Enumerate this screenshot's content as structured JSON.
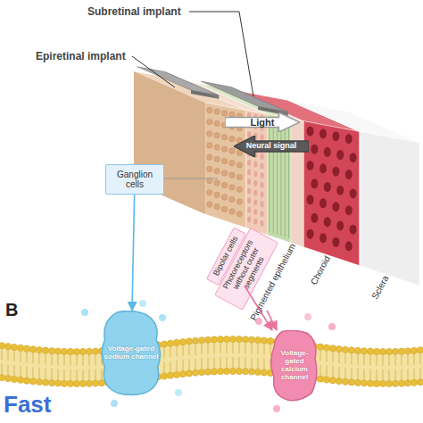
{
  "diagram": {
    "nodes": [
      {
        "text": [
          "Light"
        ]
      },
      {
        "text": [
          "Neural signal"
        ]
      },
      {
        "text": [
          "Ganglion cells"
        ]
      },
      {
        "text": [
          "Bipolar cells"
        ]
      },
      {
        "text": [
          "Photoreceptors without outer segments"
        ]
      },
      {
        "text": [
          "Voltage-gated sodium channel"
        ]
      },
      {
        "text": [
          "Voltage-gated calcium channel"
        ]
      }
    ],
    "edges": [
      {
        "from": 2,
        "to": 5,
        "arrow": "to"
      },
      {
        "from": 3,
        "to": 6,
        "arrow": "to"
      },
      {
        "from": 4,
        "to": 6,
        "arrow": "to"
      }
    ],
    "labels": [
      "Subretinal implant",
      "Epiretinal implant",
      "Pigmented epithelium",
      "Choroid",
      "Sclera",
      "B",
      "Fast"
    ]
  }
}
